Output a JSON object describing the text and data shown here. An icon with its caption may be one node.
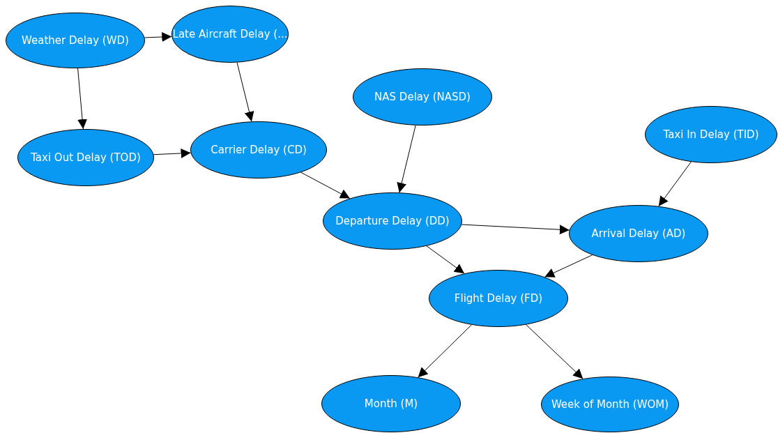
{
  "diagram": {
    "nodes": [
      {
        "text": [
          "Weather Delay (WD)"
        ]
      },
      {
        "text": [
          "Late Aircraft Delay (..."
        ]
      },
      {
        "text": [
          "Taxi Out Delay (TOD)"
        ]
      },
      {
        "text": [
          "Carrier Delay (CD)"
        ]
      },
      {
        "text": [
          "NAS Delay (NASD)"
        ]
      },
      {
        "text": [
          "Taxi In Delay (TID)"
        ]
      },
      {
        "text": [
          "Departure Delay (DD)"
        ]
      },
      {
        "text": [
          "Arrival Delay (AD)"
        ]
      },
      {
        "text": [
          "Flight Delay (FD)"
        ]
      },
      {
        "text": [
          "Month (M)"
        ]
      },
      {
        "text": [
          "Week of Month (WOM)"
        ]
      }
    ],
    "edges": [
      {
        "from": 0,
        "to": 1,
        "arrow": "to"
      },
      {
        "from": 0,
        "to": 2,
        "arrow": "to"
      },
      {
        "from": 1,
        "to": 3,
        "arrow": "to"
      },
      {
        "from": 2,
        "to": 3,
        "arrow": "to"
      },
      {
        "from": 3,
        "to": 6,
        "arrow": "to"
      },
      {
        "from": 4,
        "to": 6,
        "arrow": "to"
      },
      {
        "from": 5,
        "to": 7,
        "arrow": "to"
      },
      {
        "from": 6,
        "to": 7,
        "arrow": "to"
      },
      {
        "from": 6,
        "to": 8,
        "arrow": "to"
      },
      {
        "from": 7,
        "to": 8,
        "arrow": "to"
      },
      {
        "from": 8,
        "to": 9,
        "arrow": "to"
      },
      {
        "from": 8,
        "to": 10,
        "arrow": "to"
      }
    ]
  }
}
